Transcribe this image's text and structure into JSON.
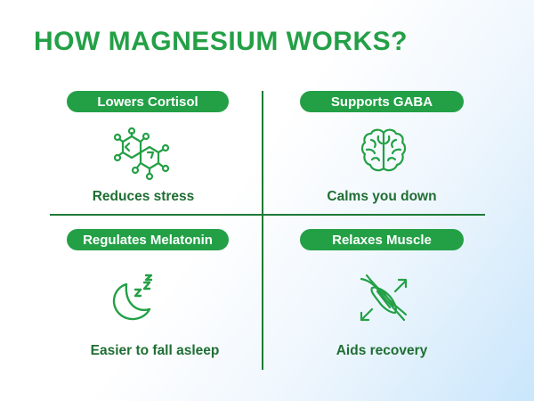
{
  "title": "HOW MAGNESIUM WORKS?",
  "colors": {
    "accent": "#23a046",
    "caption": "#1f6e33",
    "divider": "#1e7a38"
  },
  "quadrants": [
    {
      "pill": "Lowers Cortisol",
      "icon": "molecule-icon",
      "caption": "Reduces stress"
    },
    {
      "pill": "Supports GABA",
      "icon": "brain-icon",
      "caption": "Calms you down"
    },
    {
      "pill": "Regulates Melatonin",
      "icon": "moon-sleep-icon",
      "caption": "Easier to fall asleep"
    },
    {
      "pill": "Relaxes Muscle",
      "icon": "muscle-icon",
      "caption": "Aids recovery"
    }
  ]
}
